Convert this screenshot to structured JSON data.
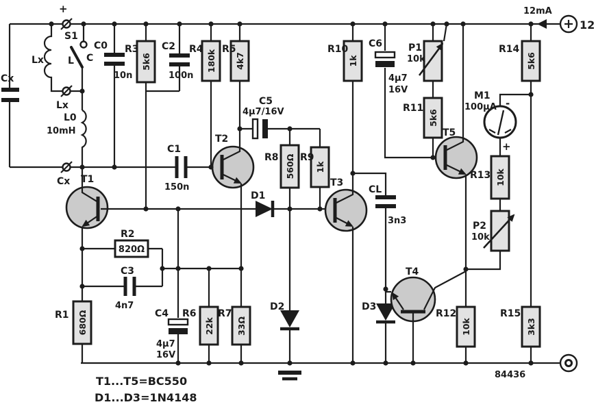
{
  "colors": {
    "ink": "#1c1c1c",
    "paper": "#ffffff",
    "device-fill": "#cbcbcb",
    "box-fill": "#e2e2e2"
  },
  "power": {
    "current": "12mA",
    "supply_voltage": "12",
    "input_polarity": "+"
  },
  "notes": {
    "transistor_equiv": "T1...T5=BC550",
    "diode_equiv": "D1...D3=1N4148",
    "drawing_number": "84436"
  },
  "parts": {
    "cx_left": {
      "ref": "Cx"
    },
    "cx_term": {
      "ref": "Cx"
    },
    "lx_coil": {
      "ref": "Lx"
    },
    "lx_term": {
      "ref": "Lx"
    },
    "s1": {
      "ref": "S1",
      "pos_l": "L",
      "pos_c": "C"
    },
    "l0": {
      "ref": "L0",
      "value": "10mH"
    },
    "c0": {
      "ref": "C0",
      "value": "10n"
    },
    "r3": {
      "ref": "R3",
      "value": "5k6"
    },
    "c2": {
      "ref": "C2",
      "value": "100n"
    },
    "r4": {
      "ref": "R4",
      "value": "180k"
    },
    "r5": {
      "ref": "R5",
      "value": "4k7"
    },
    "c1": {
      "ref": "C1",
      "value": "150n"
    },
    "t1": {
      "ref": "T1"
    },
    "t2": {
      "ref": "T2"
    },
    "t3": {
      "ref": "T3"
    },
    "t4": {
      "ref": "T4"
    },
    "t5": {
      "ref": "T5"
    },
    "c5": {
      "ref": "C5",
      "value": "4µ7/16V"
    },
    "r8": {
      "ref": "R8",
      "value": "560Ω"
    },
    "r9": {
      "ref": "R9",
      "value": "1k"
    },
    "d1": {
      "ref": "D1"
    },
    "d2": {
      "ref": "D2"
    },
    "d3": {
      "ref": "D3"
    },
    "r2": {
      "ref": "R2",
      "value": "820Ω"
    },
    "c3": {
      "ref": "C3",
      "value": "4n7"
    },
    "r1": {
      "ref": "R1",
      "value": "680Ω"
    },
    "c4": {
      "ref": "C4",
      "value_line1": "4µ7",
      "value_line2": "16V"
    },
    "r6": {
      "ref": "R6",
      "value": "22k"
    },
    "r7": {
      "ref": "R7",
      "value": "33Ω"
    },
    "r10": {
      "ref": "R10",
      "value": "1k"
    },
    "c6": {
      "ref": "C6",
      "value_line1": "4µ7",
      "value_line2": "16V"
    },
    "p1": {
      "ref": "P1",
      "value": "10k"
    },
    "r11": {
      "ref": "R11",
      "value": "5k6"
    },
    "cl": {
      "ref": "CL",
      "value": "3n3"
    },
    "r12": {
      "ref": "R12",
      "value": "10k"
    },
    "m1": {
      "ref": "M1",
      "value": "100µA",
      "minus": "-",
      "plus": "+"
    },
    "r13": {
      "ref": "R13",
      "value": "10k"
    },
    "p2": {
      "ref": "P2",
      "value": "10k"
    },
    "r14": {
      "ref": "R14",
      "value": "5k6"
    },
    "r15": {
      "ref": "R15",
      "value": "3k3"
    }
  }
}
